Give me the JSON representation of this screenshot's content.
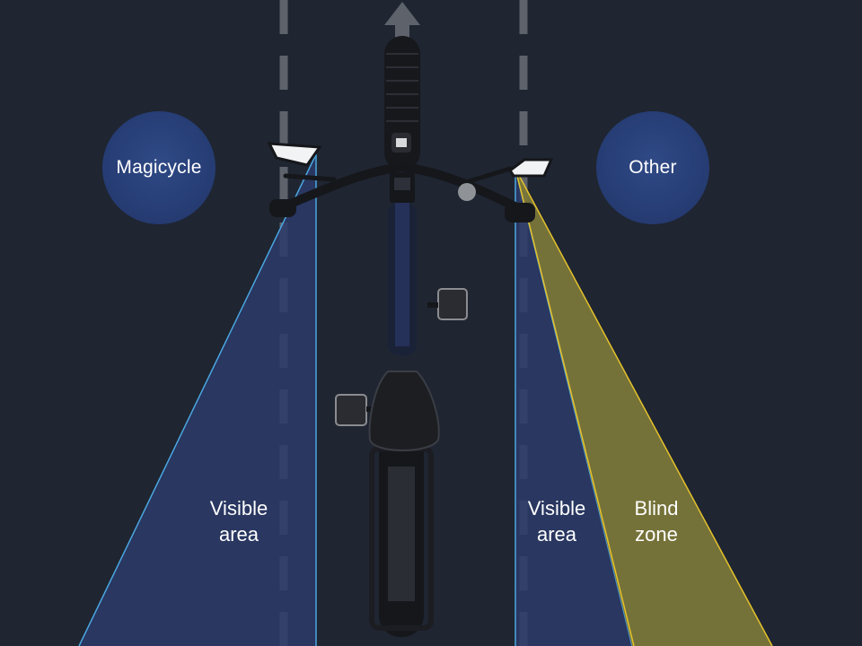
{
  "badges": {
    "left": "Magicycle",
    "right": "Other"
  },
  "zones": {
    "left_visible": {
      "line1": "Visible",
      "line2": "area"
    },
    "right_visible": {
      "line1": "Visible",
      "line2": "area"
    },
    "blind": {
      "line1": "Blind",
      "line2": "zone"
    }
  },
  "colors": {
    "background": "#1f2531",
    "visible_fill": "#2b3b6a",
    "visible_edge": "#4aa6e0",
    "blind_fill": "#7a763a",
    "blind_edge": "#e5c22b",
    "lane_dash": "#6a6f78",
    "badge_fill": "#2a4178"
  },
  "icons": [
    "direction-arrow-icon",
    "bicycle-illustration",
    "left-mirror-icon",
    "right-mirror-icon"
  ]
}
